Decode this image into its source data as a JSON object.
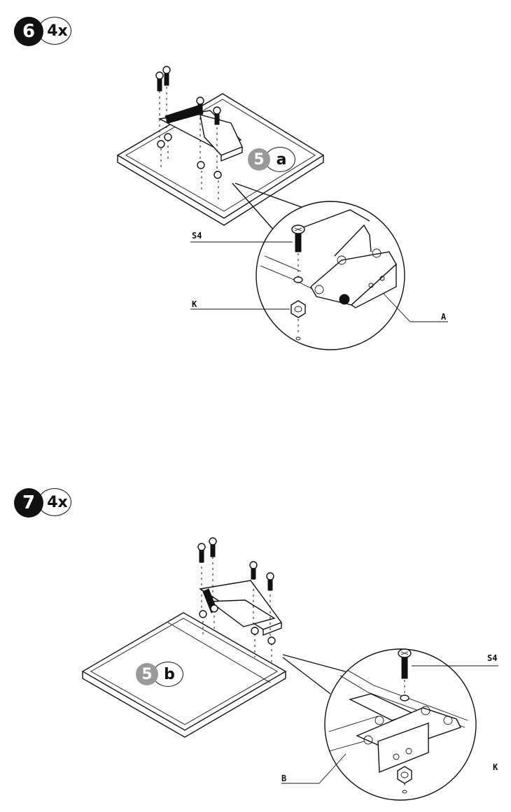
{
  "steps": [
    {
      "number": "6",
      "quantity": "4x",
      "reference": {
        "number": "5",
        "letter": "a"
      },
      "labels": {
        "screw": "S4",
        "nut": "K",
        "part": "A"
      }
    },
    {
      "number": "7",
      "quantity": "4x",
      "reference": {
        "number": "5",
        "letter": "b"
      },
      "labels": {
        "screw": "S4",
        "nut": "K",
        "part": "B"
      }
    }
  ]
}
